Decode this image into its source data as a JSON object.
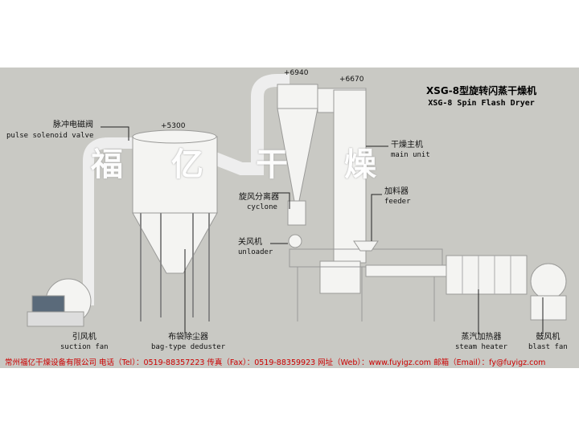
{
  "title": {
    "cn": "XSG-8型旋转闪蒸干燥机",
    "en": "XSG-8 Spin Flash Dryer"
  },
  "elevations": [
    "+5300",
    "+6940",
    "+6670"
  ],
  "watermark": [
    "福",
    "亿",
    "干",
    "燥"
  ],
  "labels": [
    {
      "cn": "脉冲电磁阀",
      "en": "pulse solenoid valve"
    },
    {
      "cn": "干燥主机",
      "en": "main unit"
    },
    {
      "cn": "旋风分离器",
      "en": "cyclone"
    },
    {
      "cn": "加料器",
      "en": "feeder"
    },
    {
      "cn": "关风机",
      "en": "unloader"
    },
    {
      "cn": "引风机",
      "en": "suction fan"
    },
    {
      "cn": "布袋除尘器",
      "en": "bag-type deduster"
    },
    {
      "cn": "蒸汽加热器",
      "en": "steam heater"
    },
    {
      "cn": "鼓风机",
      "en": "blast fan"
    }
  ],
  "footer": "常州福亿干燥设备有限公司  电话（Tel）：0519-88357223  传真（Fax）：0519-88359923  网址（Web）：www.fuyigz.com  邮箱（Email）：fy@fuyigz.com"
}
